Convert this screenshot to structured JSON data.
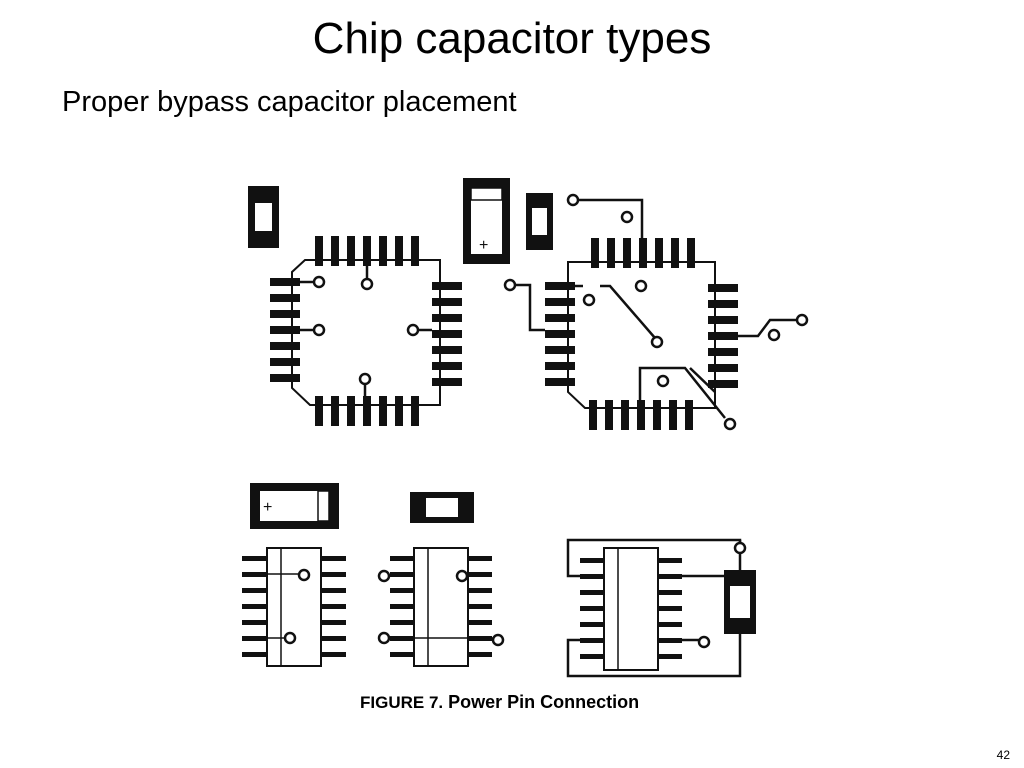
{
  "slide": {
    "title": "Chip capacitor types",
    "subtitle": "Proper bypass capacitor placement",
    "figure_label": "FIGURE 7.",
    "figure_caption": "Power Pin Connection",
    "plus_symbol": "+",
    "page_number": "42"
  }
}
